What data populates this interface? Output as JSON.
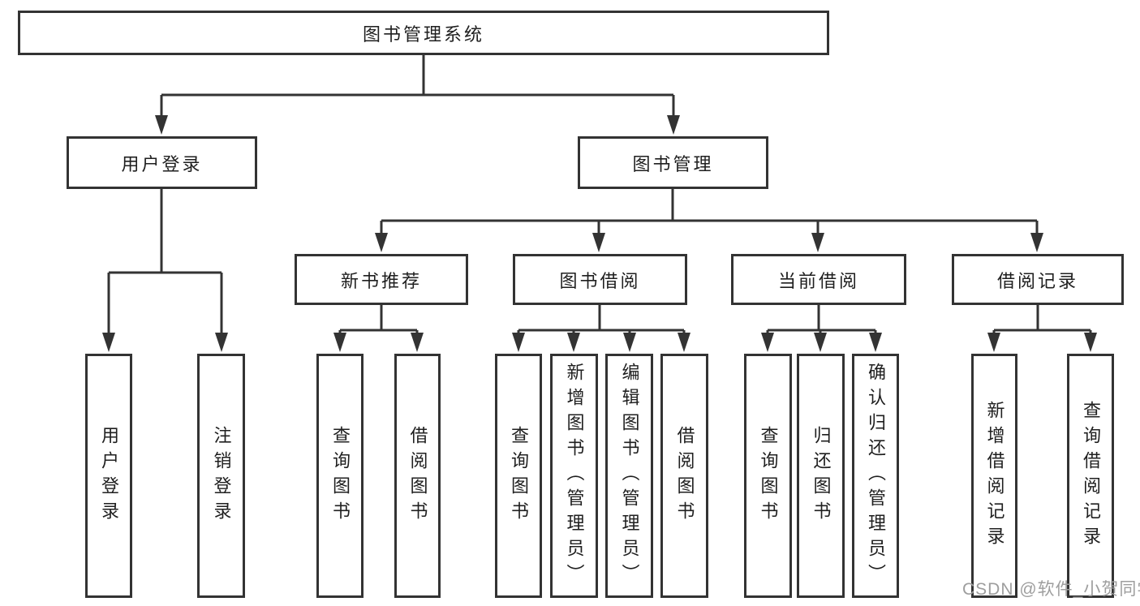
{
  "tree": {
    "root": "图书管理系统",
    "branches": [
      {
        "label": "用户登录",
        "children": [
          "用户登录",
          "注销登录"
        ]
      },
      {
        "label": "图书管理",
        "groups": [
          {
            "label": "新书推荐",
            "children": [
              "查询图书",
              "借阅图书"
            ]
          },
          {
            "label": "图书借阅",
            "children": [
              "查询图书",
              "新增图书（管理员）",
              "编辑图书（管理员）",
              "借阅图书"
            ]
          },
          {
            "label": "当前借阅",
            "children": [
              "查询图书",
              "归还图书",
              "确认归还（管理员）"
            ]
          },
          {
            "label": "借阅记录",
            "children": [
              "新增借阅记录",
              "查询借阅记录"
            ]
          }
        ]
      }
    ]
  },
  "watermark": {
    "text": "CSDN @软件_小贺同学"
  },
  "colors": {
    "line": "#333333",
    "text": "#1f1f1f",
    "watermark": "#9e9e9e",
    "background": "#ffffff"
  }
}
